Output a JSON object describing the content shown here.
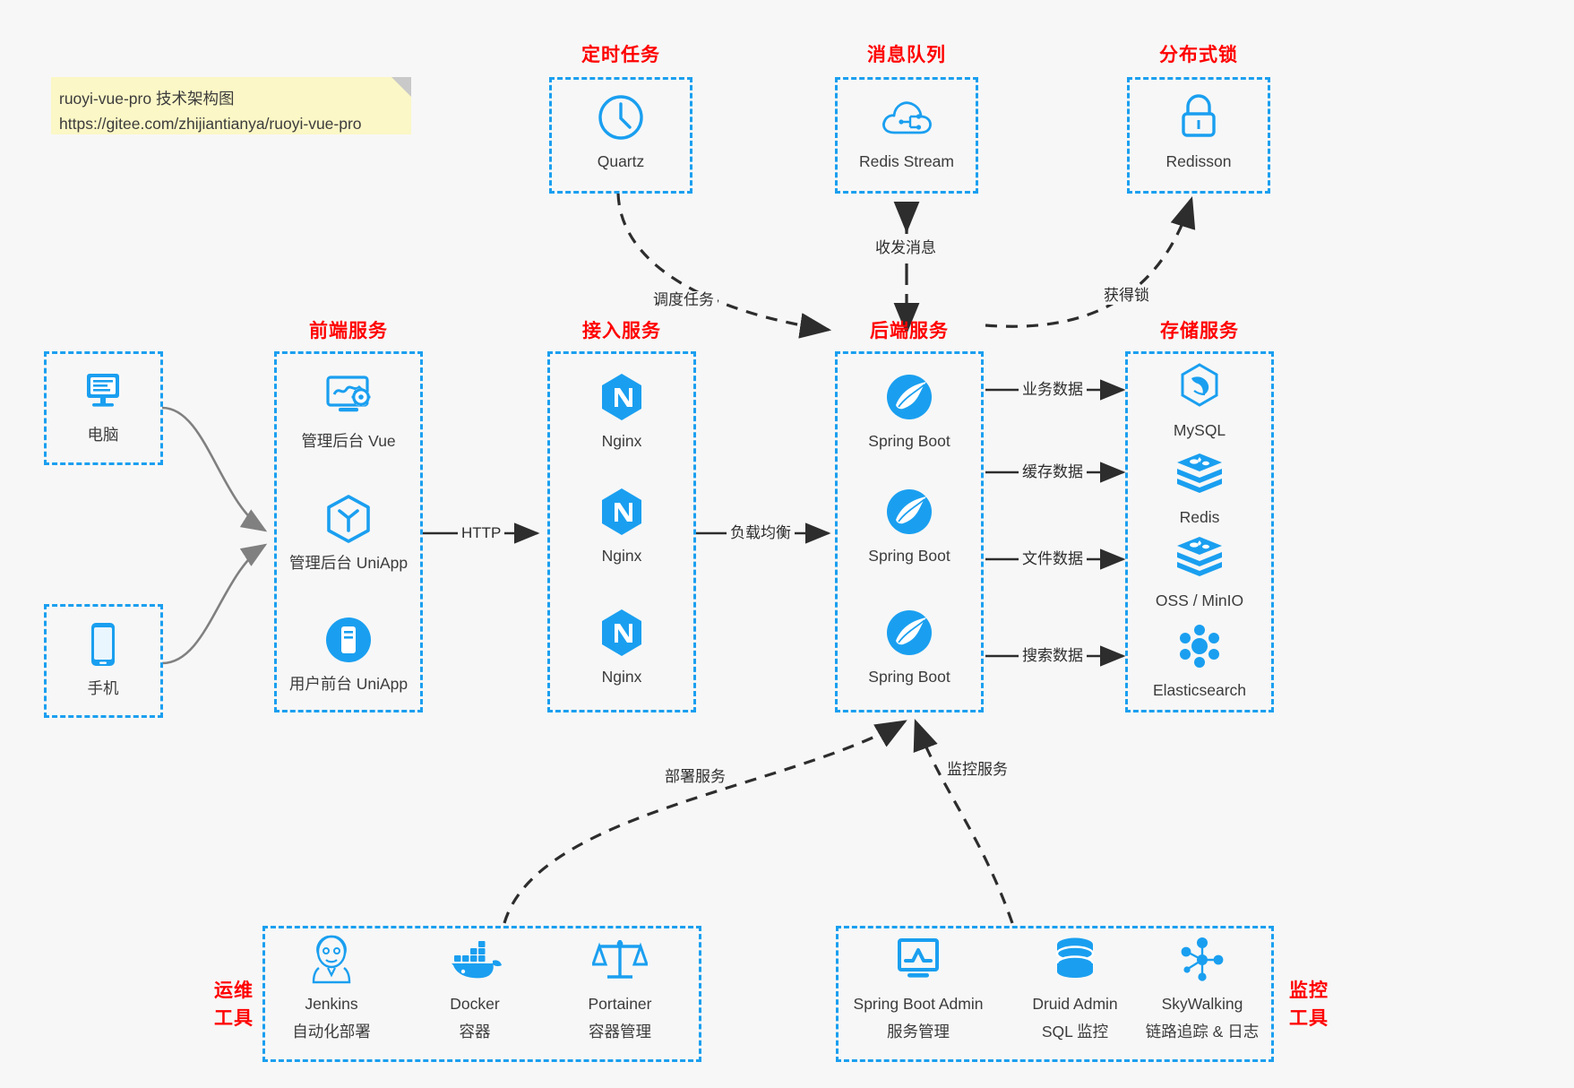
{
  "note": {
    "line1": "ruoyi-vue-pro 技术架构图",
    "line2": "https://gitee.com/zhijiantianya/ruoyi-vue-pro"
  },
  "colors": {
    "accent": "#1a9ff0",
    "heading": "#ff0000",
    "text": "#3c3c3c",
    "background": "#f7f7f7",
    "note_bg": "#fbf7c6",
    "arrow": "#2d2d2d",
    "client_arrow": "#808080"
  },
  "groups": {
    "scheduled_tasks": {
      "title": "定时任务",
      "nodes": [
        {
          "label": "Quartz",
          "icon": "clock-icon"
        }
      ]
    },
    "message_queue": {
      "title": "消息队列",
      "nodes": [
        {
          "label": "Redis Stream",
          "icon": "cloud-stream-icon"
        }
      ]
    },
    "distributed_lock": {
      "title": "分布式锁",
      "nodes": [
        {
          "label": "Redisson",
          "icon": "lock-icon"
        }
      ]
    },
    "clients": {
      "nodes": [
        {
          "label": "电脑",
          "icon": "desktop-monitor-icon"
        },
        {
          "label": "手机",
          "icon": "mobile-phone-icon"
        }
      ]
    },
    "frontend_services": {
      "title": "前端服务",
      "nodes": [
        {
          "label": "管理后台 Vue",
          "icon": "dashboard-gear-icon"
        },
        {
          "label": "管理后台 UniApp",
          "icon": "uniapp-hexagon-icon"
        },
        {
          "label": "用户前台 UniApp",
          "icon": "mobile-app-icon"
        }
      ]
    },
    "gateway_services": {
      "title": "接入服务",
      "nodes": [
        {
          "label": "Nginx",
          "icon": "nginx-icon"
        },
        {
          "label": "Nginx",
          "icon": "nginx-icon"
        },
        {
          "label": "Nginx",
          "icon": "nginx-icon"
        }
      ]
    },
    "backend_services": {
      "title": "后端服务",
      "nodes": [
        {
          "label": "Spring Boot",
          "icon": "spring-boot-icon"
        },
        {
          "label": "Spring Boot",
          "icon": "spring-boot-icon"
        },
        {
          "label": "Spring Boot",
          "icon": "spring-boot-icon"
        }
      ]
    },
    "storage_services": {
      "title": "存储服务",
      "nodes": [
        {
          "label": "MySQL",
          "icon": "mysql-dolphin-icon"
        },
        {
          "label": "Redis",
          "icon": "redis-stack-icon"
        },
        {
          "label": "OSS / MinIO",
          "icon": "object-storage-icon"
        },
        {
          "label": "Elasticsearch",
          "icon": "elasticsearch-icon"
        }
      ]
    },
    "devops_tools": {
      "title_line1": "运维",
      "title_line2": "工具",
      "nodes": [
        {
          "label": "Jenkins",
          "sublabel": "自动化部署",
          "icon": "jenkins-butler-icon"
        },
        {
          "label": "Docker",
          "sublabel": "容器",
          "icon": "docker-whale-icon"
        },
        {
          "label": "Portainer",
          "sublabel": "容器管理",
          "icon": "portainer-scale-icon"
        }
      ]
    },
    "monitor_tools": {
      "title_line1": "监控",
      "title_line2": "工具",
      "nodes": [
        {
          "label": "Spring Boot Admin",
          "sublabel": "服务管理",
          "icon": "monitor-chart-icon"
        },
        {
          "label": "Druid Admin",
          "sublabel": "SQL 监控",
          "icon": "database-stack-icon"
        },
        {
          "label": "SkyWalking",
          "sublabel": "链路追踪 & 日志",
          "icon": "skywalking-nodes-icon"
        }
      ]
    }
  },
  "edges": {
    "schedule_task": "调度任务",
    "send_receive_message": "收发消息",
    "acquire_lock": "获得锁",
    "http": "HTTP",
    "load_balance": "负载均衡",
    "business_data": "业务数据",
    "cache_data": "缓存数据",
    "file_data": "文件数据",
    "search_data": "搜索数据",
    "deploy_service": "部署服务",
    "monitor_service": "监控服务"
  }
}
